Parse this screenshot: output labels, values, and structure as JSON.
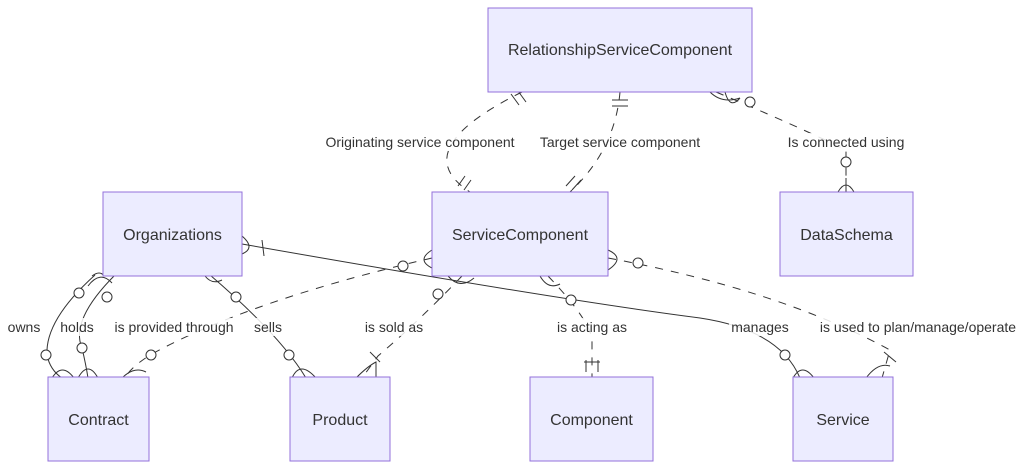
{
  "entities": {
    "relationship_service_component": "RelationshipServiceComponent",
    "organizations": "Organizations",
    "service_component": "ServiceComponent",
    "data_schema": "DataSchema",
    "contract": "Contract",
    "product": "Product",
    "component": "Component",
    "service": "Service"
  },
  "relationships": {
    "originating": "Originating service component",
    "target": "Target service component",
    "connected": "Is connected using",
    "owns": "owns",
    "holds": "holds",
    "provided_through": "is provided through",
    "sells": "sells",
    "sold_as": "is sold as",
    "acting_as": "is acting as",
    "manages": "manages",
    "used_to": "is used to plan/manage/operate"
  },
  "colors": {
    "entity_fill": "#ECECFF",
    "entity_border": "#9370DB",
    "line": "#333333",
    "text": "#333333"
  }
}
